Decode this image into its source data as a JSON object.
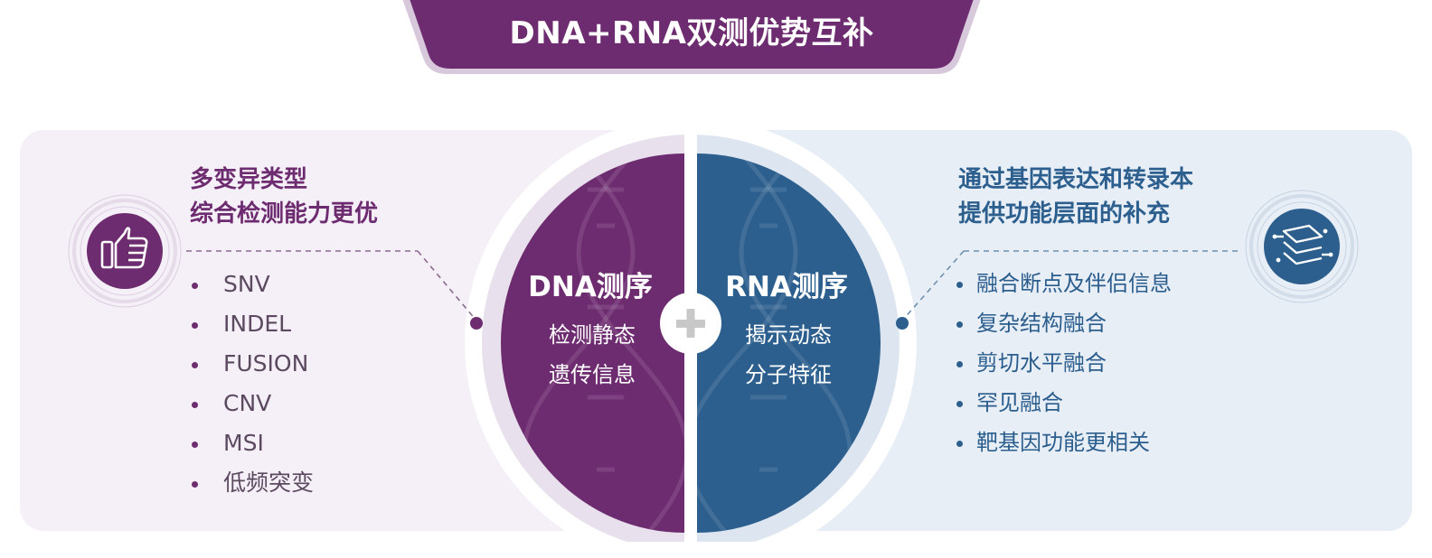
{
  "title": "DNA+RNA双测优势互补",
  "colors": {
    "dna_purple": "#6e2c70",
    "rna_blue": "#2c5f8e",
    "left_panel": "#f5f0f8",
    "right_panel": "#e7eef6"
  },
  "icons": {
    "left": "thumbs-up-icon",
    "right": "layers-network-icon",
    "center": "plus-icon"
  },
  "left": {
    "heading_line1": "多变异类型",
    "heading_line2": "综合检测能力更优",
    "items": [
      "SNV",
      "INDEL",
      "FUSION",
      "CNV",
      "MSI",
      "低频突变"
    ]
  },
  "dna": {
    "label": "DNA测序",
    "desc_line1": "检测静态",
    "desc_line2": "遗传信息"
  },
  "rna": {
    "label": "RNA测序",
    "desc_line1": "揭示动态",
    "desc_line2": "分子特征"
  },
  "right": {
    "heading_line1": "通过基因表达和转录本",
    "heading_line2": "提供功能层面的补充",
    "items": [
      "融合断点及伴侣信息",
      "复杂结构融合",
      "剪切水平融合",
      "罕见融合",
      "靶基因功能更相关"
    ]
  }
}
